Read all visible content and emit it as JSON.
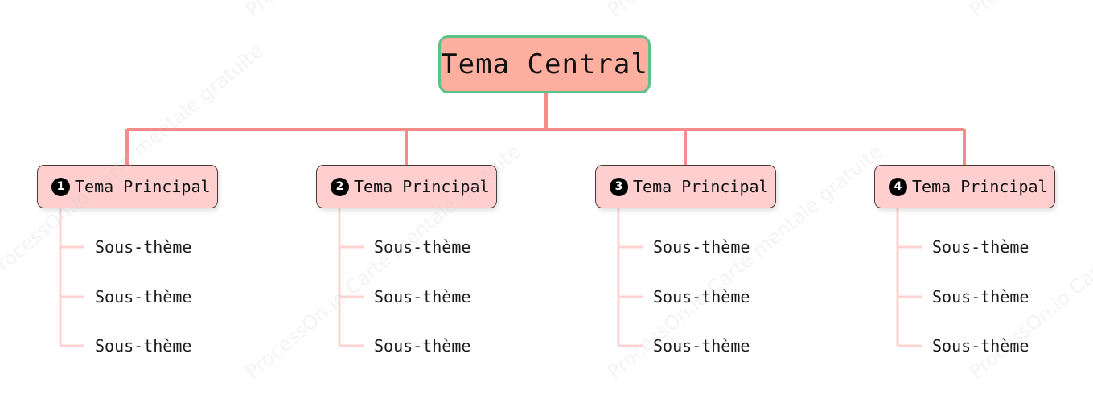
{
  "colors": {
    "central_fill": "#ffafa0",
    "central_border": "#5cc28a",
    "main_fill": "#ffcfcf",
    "connector": "#f88a8a",
    "sub_connector": "#ffd2d2"
  },
  "central": {
    "label": "Tema Central"
  },
  "main_topics": [
    {
      "number": "1",
      "label": "Tema Principal",
      "subs": [
        "Sous-thème",
        "Sous-thème",
        "Sous-thème"
      ]
    },
    {
      "number": "2",
      "label": "Tema Principal",
      "subs": [
        "Sous-thème",
        "Sous-thème",
        "Sous-thème"
      ]
    },
    {
      "number": "3",
      "label": "Tema Principal",
      "subs": [
        "Sous-thème",
        "Sous-thème",
        "Sous-thème"
      ]
    },
    {
      "number": "4",
      "label": "Tema Principal",
      "subs": [
        "Sous-thème",
        "Sous-thème",
        "Sous-thème"
      ]
    }
  ],
  "watermark": {
    "text": "ProcessOn.io Carte mentale gratuite"
  }
}
